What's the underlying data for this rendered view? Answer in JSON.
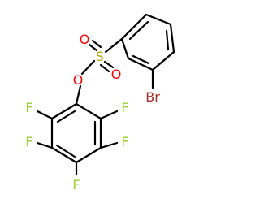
{
  "molecule": {
    "atoms": {
      "sulfur": {
        "text": "S"
      },
      "oxygen_ester": {
        "text": "O"
      },
      "oxygen_top": {
        "text": "O"
      },
      "oxygen_bottom": {
        "text": "O"
      },
      "bromine": {
        "text": "Br"
      },
      "fluorines": [
        {
          "text": "F"
        },
        {
          "text": "F"
        },
        {
          "text": "F"
        },
        {
          "text": "F"
        },
        {
          "text": "F"
        }
      ]
    },
    "colors": {
      "bond": "#000000",
      "sulfur": "#b8a000",
      "oxygen": "#ff0000",
      "bromine": "#a52a2a",
      "fluorine": "#9acd32"
    }
  }
}
